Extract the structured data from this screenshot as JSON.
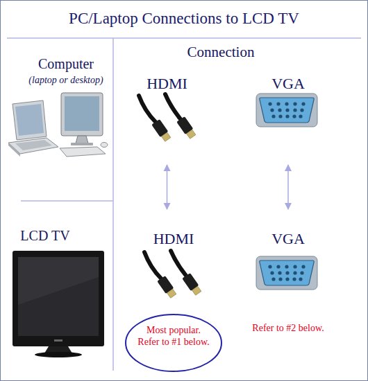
{
  "diagram": {
    "title": "PC/Laptop Connections to LCD TV",
    "nodes": [
      {
        "text": [
          "Computer",
          "(laptop or desktop)"
        ]
      },
      {
        "text": [
          "Connection"
        ]
      },
      {
        "text": [
          "HDMI"
        ],
        "in": 1
      },
      {
        "text": [
          "VGA"
        ],
        "in": 1
      },
      {
        "text": [
          "LCD TV"
        ]
      },
      {
        "text": [
          "HDMI"
        ],
        "in": 1
      },
      {
        "text": [
          "VGA"
        ],
        "in": 1
      },
      {
        "text": [
          "Most popular. Refer to #1 below."
        ],
        "in": 1
      }
    ],
    "edges": [
      {
        "from": 2,
        "to": 5,
        "arrow": "both"
      },
      {
        "from": 3,
        "to": 6,
        "arrow": "both"
      }
    ],
    "labels": [
      "Refer to #2 below."
    ]
  }
}
